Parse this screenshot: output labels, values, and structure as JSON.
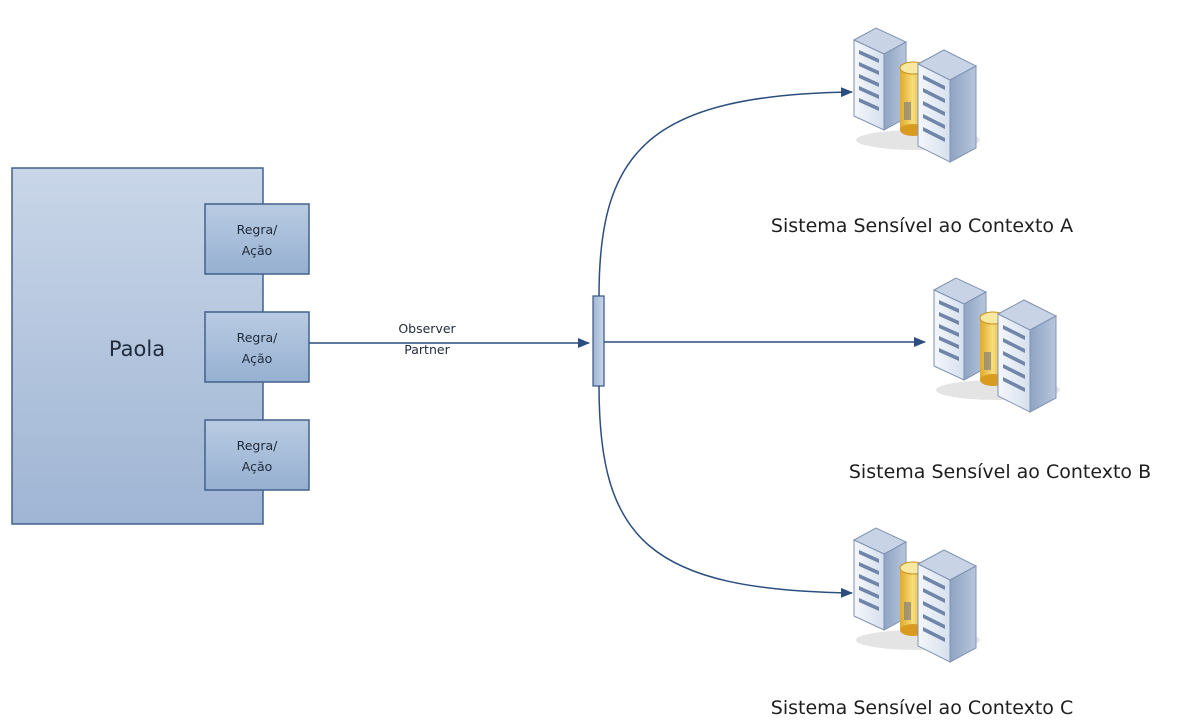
{
  "component": {
    "name": "Paola",
    "ports": [
      {
        "line1": "Regra/",
        "line2": "Ação"
      },
      {
        "line1": "Regra/",
        "line2": "Ação"
      },
      {
        "line1": "Regra/",
        "line2": "Ação"
      }
    ]
  },
  "connector": {
    "line1": "Observer",
    "line2": "Partner"
  },
  "systems": [
    {
      "label": "Sistema Sensível ao Contexto A",
      "icon": "server-cluster-icon"
    },
    {
      "label": "Sistema Sensível ao Contexto B",
      "icon": "server-cluster-icon"
    },
    {
      "label": "Sistema Sensível ao Contexto C",
      "icon": "server-cluster-icon"
    }
  ],
  "colors": {
    "component_fill_top": "#c5d3e6",
    "component_fill_bottom": "#9db4d3",
    "component_stroke": "#42618c",
    "edge": "#2c4e7f",
    "server_light": "#e8eef6",
    "server_dark": "#9eb1cc",
    "server_accent": "#e8c24a"
  }
}
